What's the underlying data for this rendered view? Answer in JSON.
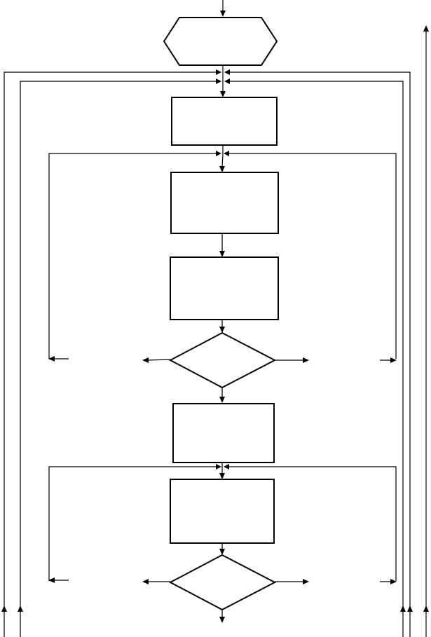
{
  "diagram": {
    "type": "flowchart",
    "nodes": [
      {
        "id": "start",
        "shape": "hexagon",
        "label": ""
      },
      {
        "id": "box1",
        "shape": "rectangle",
        "label": ""
      },
      {
        "id": "box2",
        "shape": "rectangle",
        "label": ""
      },
      {
        "id": "box3",
        "shape": "rectangle",
        "label": ""
      },
      {
        "id": "decision1",
        "shape": "diamond",
        "label": ""
      },
      {
        "id": "box4",
        "shape": "rectangle",
        "label": ""
      },
      {
        "id": "box5",
        "shape": "rectangle",
        "label": ""
      },
      {
        "id": "decision2",
        "shape": "diamond",
        "label": ""
      }
    ],
    "edges": [
      {
        "from": "entry",
        "to": "start"
      },
      {
        "from": "start",
        "to": "box1"
      },
      {
        "from": "box1",
        "to": "box2"
      },
      {
        "from": "box2",
        "to": "box3"
      },
      {
        "from": "box3",
        "to": "decision1"
      },
      {
        "from": "decision1",
        "to": "box4"
      },
      {
        "from": "box4",
        "to": "box5"
      },
      {
        "from": "box5",
        "to": "decision2"
      },
      {
        "from": "decision2",
        "to": "exit"
      }
    ],
    "colors": {
      "stroke": "#000000",
      "background": "#ffffff"
    }
  }
}
